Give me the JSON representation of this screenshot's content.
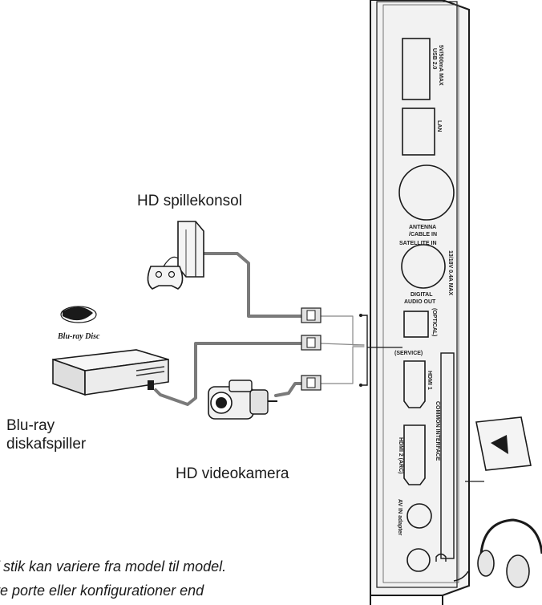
{
  "devices": {
    "game_console": "HD spillekonsol",
    "bluray_line1": "Blu-ray",
    "bluray_line2": "diskafspiller",
    "camcorder": "HD videokamera",
    "bluray_logo_text": "Blu-ray Disc"
  },
  "tv_panel": {
    "ports": {
      "usb": "USB 2.0",
      "usb_rating": "5V/500mA MAX",
      "lan": "LAN",
      "antenna_line1": "ANTENNA",
      "antenna_line2": "/CABLE IN",
      "satellite": "SATELLITE IN",
      "satellite_rating": "13/18V 0.4A MAX",
      "digital_line1": "DIGITAL",
      "digital_line2": "AUDIO OUT",
      "optical": "(OPTICAL)",
      "service": "(SERVICE)",
      "hdmi1": "HDMI 1",
      "hdmi2": "HDMI 2 (ARC)",
      "common_interface": "COMMON INTERFACE",
      "av_in": "AV IN adapter"
    }
  },
  "notes": {
    "line1": "f stik kan variere fra model til model.",
    "line2": "re porte eller konfigurationer end"
  }
}
